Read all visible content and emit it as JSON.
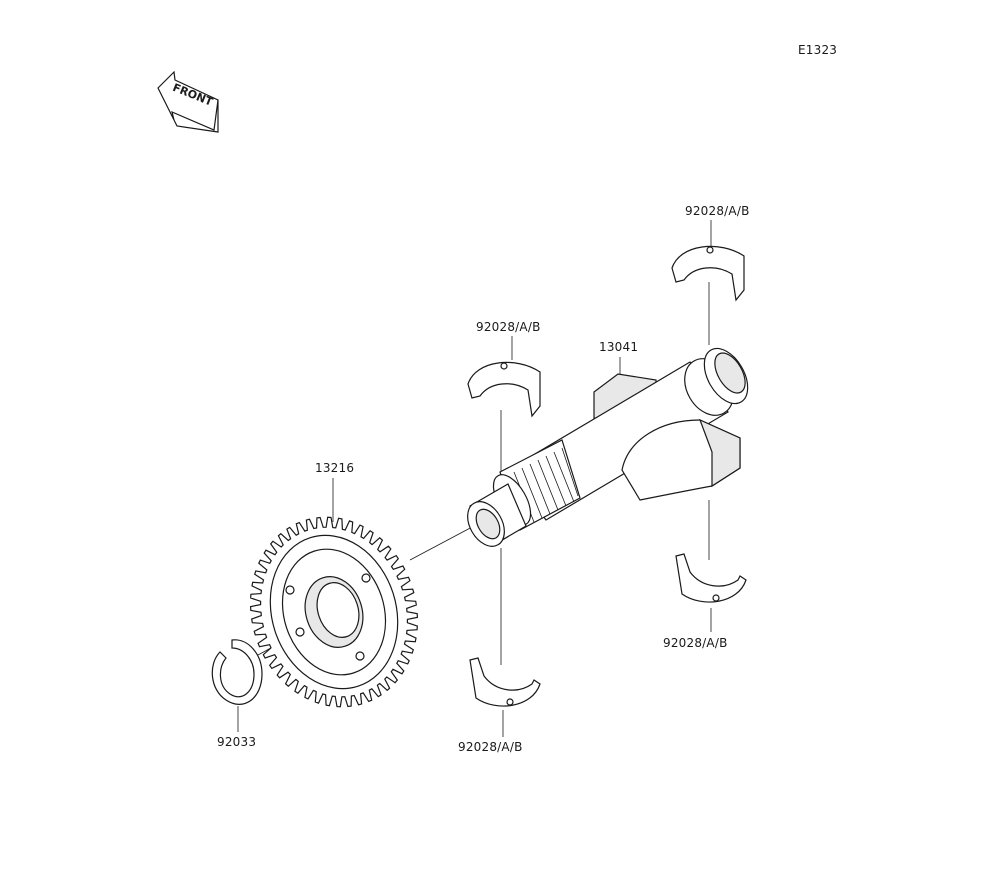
{
  "diagram": {
    "code": "E1323",
    "front_text": "FRONT",
    "labels": {
      "gear": "13216",
      "circlip": "92033",
      "shaft": "13041",
      "bearing_top_right": "92028/A/B",
      "bearing_top_mid": "92028/A/B",
      "bearing_bottom_mid": "92028/A/B",
      "bearing_bottom_right": "92028/A/B"
    },
    "colors": {
      "line": "#1a1a1a",
      "part_fill": "#ffffff",
      "shade": "#e6e6e6"
    }
  }
}
